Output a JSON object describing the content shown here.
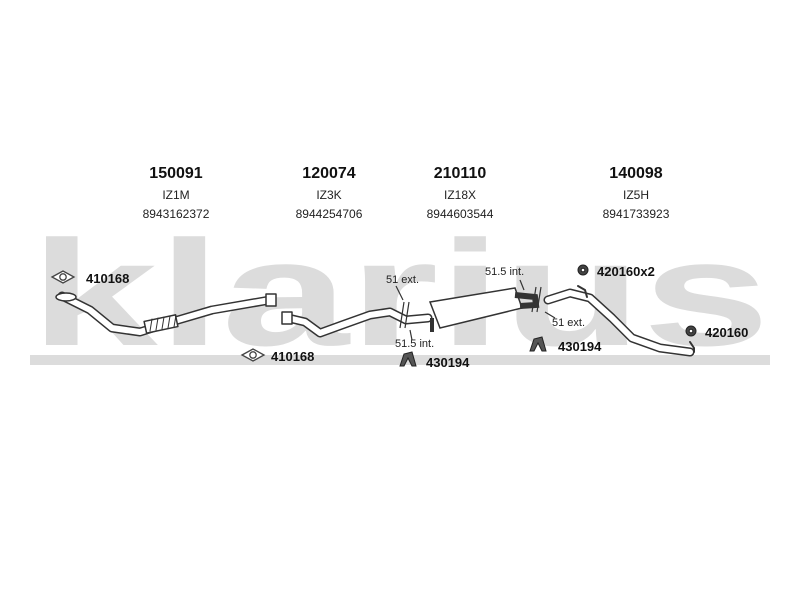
{
  "watermark": {
    "brand": "klarius"
  },
  "parts": [
    {
      "number": "150091",
      "code": "IZ1M",
      "oem": "8943162372"
    },
    {
      "number": "120074",
      "code": "IZ3K",
      "oem": "8944254706"
    },
    {
      "number": "210110",
      "code": "IZ18X",
      "oem": "8944603544"
    },
    {
      "number": "140098",
      "code": "IZ5H",
      "oem": "8941733923"
    }
  ],
  "accessories": [
    {
      "ref": "410168",
      "icon": "gasket-icon"
    },
    {
      "ref": "410168",
      "icon": "gasket-icon"
    },
    {
      "ref": "430194",
      "icon": "hanger-icon"
    },
    {
      "ref": "430194",
      "icon": "hanger-icon"
    },
    {
      "ref": "420160x2",
      "icon": "rubber-mount-icon"
    },
    {
      "ref": "420160",
      "icon": "rubber-mount-icon"
    }
  ],
  "joint_labels": [
    "51 ext.",
    "51.5 int.",
    "51.5 int.",
    "51 ext."
  ],
  "colors": {
    "watermark": "#dcdcdc",
    "pipe_stroke": "#333333",
    "pipe_fill": "#ffffff"
  }
}
